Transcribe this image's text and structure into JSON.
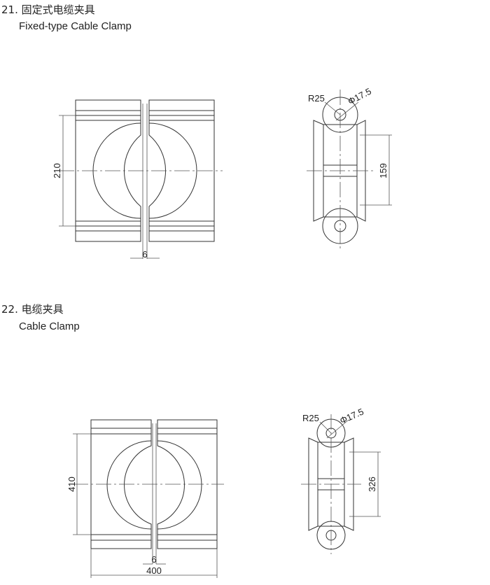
{
  "section1": {
    "title": "21. 固定式电缆夹具",
    "subtitle": "Fixed-type Cable Clamp",
    "front": {
      "height": "210",
      "gap": "6"
    },
    "side": {
      "radius": "R25",
      "hole": "Φ17.5",
      "pitch": "159"
    }
  },
  "section2": {
    "title": "22. 电缆夹具",
    "subtitle": "Cable Clamp",
    "front": {
      "height": "410",
      "gap": "6",
      "width": "400"
    },
    "side": {
      "radius": "R25",
      "hole": "Φ17.5",
      "pitch": "326"
    }
  }
}
